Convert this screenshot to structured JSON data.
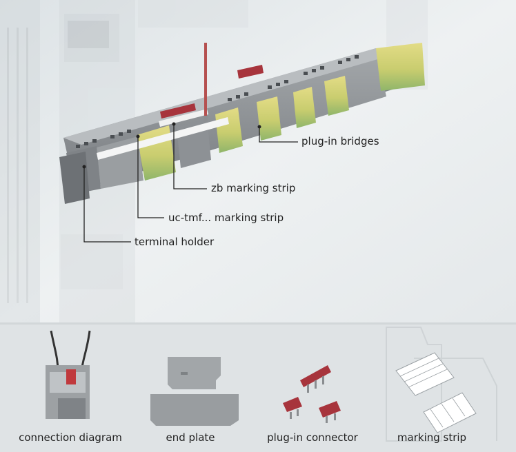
{
  "callouts": {
    "plug_in_bridges": "plug-in bridges",
    "zb_marking_strip": "zb marking strip",
    "uc_tmf_marking_strip": "uc-tmf... marking strip",
    "terminal_holder": "terminal holder"
  },
  "products": [
    {
      "label": "connection diagram",
      "icon": "connection-diagram-icon"
    },
    {
      "label": "end plate",
      "icon": "end-plate-icon"
    },
    {
      "label": "plug-in connector",
      "icon": "plug-in-connector-icon"
    },
    {
      "label": "marking strip",
      "icon": "marking-strip-icon"
    }
  ],
  "colors": {
    "terminal_grey": "#8f9396",
    "earth_yellow": "#d8d36a",
    "earth_green": "#8fbf6e",
    "bridge_red": "#a7343c",
    "panel_bg": "#e9edee",
    "bottom_band": "#dfe3e5"
  }
}
